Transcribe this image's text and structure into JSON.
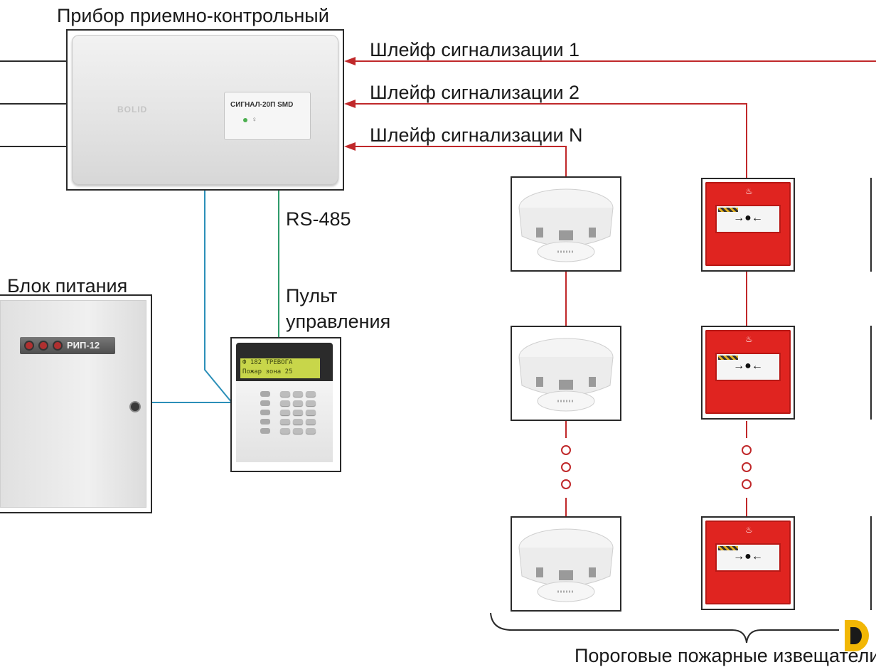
{
  "labels": {
    "control_panel": "Прибор приемно-контрольный",
    "loop_1": "Шлейф сигнализации 1",
    "loop_2": "Шлейф сигнализации 2",
    "loop_n": "Шлейф сигнализации N",
    "rs485": "RS-485",
    "keypad_line1": "Пульт",
    "keypad_line2": "управления",
    "power_supply": "Блок питания",
    "bottom_caption": "Пороговые пожарные извещатели"
  },
  "devices": {
    "panel_brand": "BOLID",
    "panel_model": "СИГНАЛ-20П SMD",
    "psu_model": "РИП-12",
    "keypad_screen_line1": "Ф 182 ТРЕВОГА",
    "keypad_screen_line2": "Пожар зона 25"
  },
  "colors": {
    "loop_wire": "#c0282a",
    "rs485_wire": "#2e9a6a",
    "power_wire": "#2b8fb8",
    "frame": "#2a2a2a",
    "manual_call_point": "#e02420",
    "logo": "#f2b705"
  },
  "icons": {
    "smoke_detector": "smoke-detector-icon",
    "manual_call_point": "manual-call-point-icon",
    "flame": "flame-icon",
    "continuation_rings": "ellipsis-rings-icon",
    "arrow": "arrow-left-icon",
    "logo": "logo-icon"
  }
}
